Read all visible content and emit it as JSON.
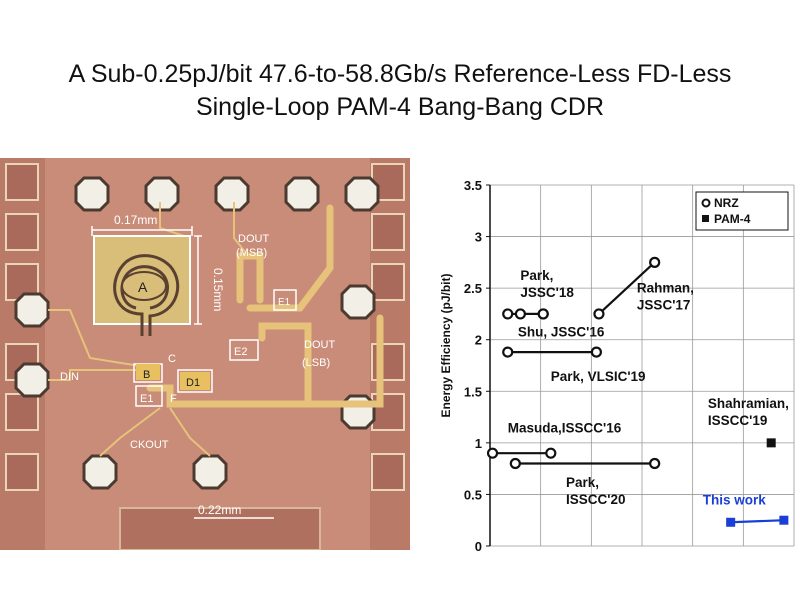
{
  "slide": {
    "title_line1": "A Sub-0.25pJ/bit 47.6-to-58.8Gb/s Reference-Less FD-Less",
    "title_line2": "Single-Loop PAM-4 Bang-Bang CDR"
  },
  "die_photo": {
    "dim_width": "0.17mm",
    "dim_height": "0.15mm",
    "dim_bottom": "0.22mm",
    "label_a": "A",
    "label_b": "B",
    "label_c": "C",
    "label_d1": "D1",
    "label_e1": "E1",
    "label_e2": "E2",
    "label_e1b": "E1",
    "label_f": "F",
    "label_din": "DIN",
    "label_ckout": "CKOUT",
    "label_dout_msb": "DOUT",
    "label_dout_msb2": "(MSB)",
    "label_dout_lsb": "DOUT",
    "label_dout_lsb2": "(LSB)",
    "colors": {
      "background": "#c98c78",
      "metal": "#e6c27a",
      "pad": "#f2efe6"
    }
  },
  "chart_data": {
    "type": "scatter",
    "ylabel": "Energy Efficiency (pJ/bit)",
    "ylim": [
      0,
      3.5
    ],
    "yticks": [
      "0",
      "0.5",
      "1",
      "1.5",
      "2",
      "2.5",
      "3",
      "3.5"
    ],
    "grid": true,
    "legend_position": "top-right",
    "legend": [
      {
        "name": "NRZ",
        "marker": "open-circle"
      },
      {
        "name": "PAM-4",
        "marker": "filled-square"
      }
    ],
    "x_range": [
      0,
      6
    ],
    "series": [
      {
        "name": "Park, JSSC'18",
        "marker": "open-circle",
        "points": [
          [
            0.35,
            2.25
          ],
          [
            1.05,
            2.25
          ]
        ],
        "label_lines": [
          "Park,",
          "JSSC'18"
        ]
      },
      {
        "name": "Shu, JSSC'16",
        "marker": "open-circle",
        "points": [
          [
            0.6,
            2.25
          ],
          [
            1.05,
            2.25
          ]
        ],
        "label_lines": [
          "Shu, JSSC'16"
        ]
      },
      {
        "name": "Park, VLSIC'19",
        "marker": "open-circle",
        "points": [
          [
            0.35,
            1.88
          ],
          [
            2.1,
            1.88
          ]
        ],
        "label_lines": [
          "Park, VLSIC'19"
        ]
      },
      {
        "name": "Rahman, JSSC'17",
        "marker": "open-circle",
        "points": [
          [
            2.15,
            2.25
          ],
          [
            3.25,
            2.75
          ]
        ],
        "label_lines": [
          "Rahman,",
          "JSSC'17"
        ]
      },
      {
        "name": "Masuda,ISSCC'16",
        "marker": "open-circle",
        "points": [
          [
            0.05,
            0.9
          ],
          [
            1.2,
            0.9
          ]
        ],
        "label_lines": [
          "Masuda,ISSCC'16"
        ]
      },
      {
        "name": "Park, ISSCC'20",
        "marker": "open-circle",
        "points": [
          [
            0.5,
            0.8
          ],
          [
            3.25,
            0.8
          ]
        ],
        "label_lines": [
          "Park,",
          "ISSCC'20"
        ]
      },
      {
        "name": "Shahramian, ISSCC'19",
        "marker": "filled-square",
        "points": [
          [
            5.55,
            1.0
          ]
        ],
        "label_lines": [
          "Shahramian,",
          "ISSCC'19"
        ]
      },
      {
        "name": "This work",
        "marker": "filled-square",
        "color": "#1a3fd6",
        "points": [
          [
            4.75,
            0.23
          ],
          [
            5.8,
            0.25
          ]
        ],
        "label_lines": [
          "This work"
        ]
      }
    ],
    "colors": {
      "default": "#111111",
      "this_work": "#1a3fd6",
      "grid": "#999999"
    }
  }
}
